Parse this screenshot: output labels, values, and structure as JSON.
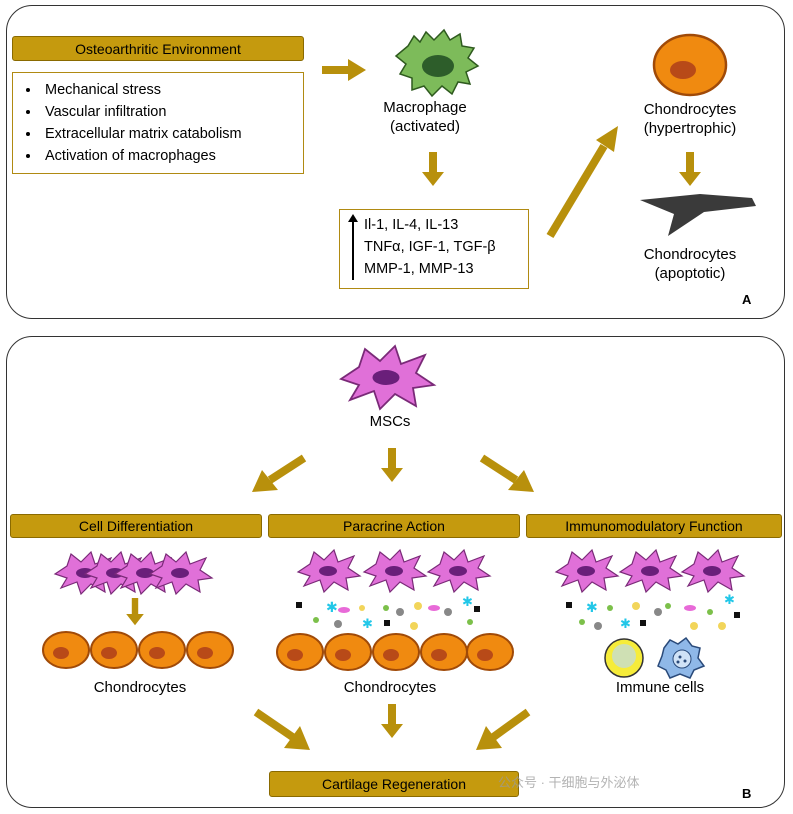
{
  "panel_a": {
    "label": "A",
    "env_header": "Osteoarthritic Environment",
    "env_items": [
      "Mechanical stress",
      "Vascular infiltration",
      "Extracellular matrix catabolism",
      "Activation of macrophages"
    ],
    "macrophage_label_1": "Macrophage",
    "macrophage_label_2": "(activated)",
    "cytokines": [
      "Il-1, IL-4, IL-13",
      "TNFα, IGF-1, TGF-β",
      "MMP-1, MMP-13"
    ],
    "hyper_label_1": "Chondrocytes",
    "hyper_label_2": "(hypertrophic)",
    "apop_label_1": "Chondrocytes",
    "apop_label_2": "(apoptotic)"
  },
  "panel_b": {
    "label": "B",
    "mscs_label": "MSCs",
    "col1_header": "Cell Differentiation",
    "col2_header": "Paracrine Action",
    "col3_header": "Immunomodulatory Function",
    "col1_label": "Chondrocytes",
    "col2_label": "Chondrocytes",
    "col3_label": "Immune cells",
    "result_header": "Cartilage Regeneration"
  },
  "watermark": "公众号 · 干细胞与外泌体",
  "colors": {
    "gold": "#c59a0e",
    "msc": "#e070d8",
    "chondro": "#f08a10",
    "macrophage": "#7dbb5a"
  }
}
